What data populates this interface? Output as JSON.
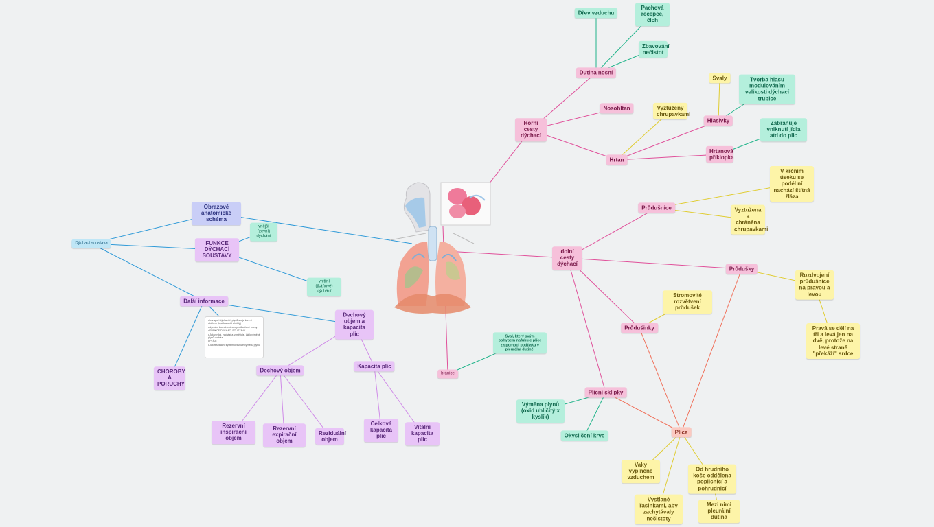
{
  "colors": {
    "background": "#eff1f2",
    "pink": "#f6c0da",
    "mint": "#b4efdc",
    "yellow": "#fdf4a8",
    "lavender": "#e8c4f7",
    "salmon": "#fbc9c1",
    "blue": "#c9cef7",
    "sky": "#bfe6f6"
  },
  "image": {
    "icon": "respiratory-system-illustration"
  },
  "nodes": {
    "horni": "Horní cesty dýchací",
    "dutina": "Dutina nosní",
    "drev": "Dřev vzduchu",
    "pachova": "Pachová recepce, čich",
    "zbavovani": "Zbavování nečistot",
    "nosohltan": "Nosohltan",
    "hrtan": "Hrtan",
    "vyztuzeny": "Vyztužený chrupavkami",
    "hlasivky": "Hlasivky",
    "svaly": "Svaly",
    "tvorba": "Tvorba hlasu modulováním velikosti dýchací trubice",
    "priklopka": "Hrtanová příklopka",
    "zabranuje": "Zabraňuje vniknutí jídla atd do plic",
    "dolni": "dolní cesty dýchací",
    "prudusnice": "Průdušnice",
    "vkrcnim": "V krčním úseku se podél ní nachází štítná žláza",
    "vyztuzena": "Vyztužena a chráněna chrupavkami",
    "prudusky": "Průdušky",
    "rozdvojeni": "Rozdvojení průdušnice na pravou a levou",
    "prava": "Pravá se dělí na tři a levá jen na dvě, protože na levé straně \"překáží\" srdce",
    "stromovite": "Stromovité rozvětvení průdušek",
    "prudusinky": "Průdušinky",
    "sklipky": "Plicní sklípky",
    "vymena": "Výměna plynů (oxid uhličitý x kyslík)",
    "okyslicen": "Okysličení krve",
    "plice": "Plíce",
    "vaky": "Vaky vyplněné vzduchem",
    "odhrud": "Od hrudního koše oddělena poplicnicí a pohrudnicí",
    "vystlane": "Vystlané řasinkami, aby zachytávaly nečistoty",
    "mezi": "Mezi nimi pleurální dutina",
    "branice": "bránice",
    "sval": "Sval, který svým pohybem nafukuje plíce za pomoci podtlaku v pleurální dutině.",
    "obrazove": "Obrazové anatomické schéma",
    "root": "Dýchací soustava",
    "funkce": "FUNKCE DÝCHACÍ SOUSTAVY",
    "vnejsi": "vnější (zevní) dýchání",
    "vnitrni": "vnitřní (tkáňové) dýchání",
    "dalsi": "Další informace",
    "choroby": "CHOROBY A PORUCHY",
    "dechovy_kap": "Dechový objem a kapacita plic",
    "dechovy": "Dechový objem",
    "kapacita": "Kapacita plic",
    "rezinsp": "Rezervní inspirační objem",
    "rezexp": "Rezervní expirační objem",
    "rezid": "Reziduální objem",
    "celkova": "Celková kapacita plic",
    "vitalni": "Vitální kapacita plic"
  },
  "notes": [
    "• transport dýchacích plynů spoje krevní oběhem (kyslík a oxid uhličitý)",
    "• dýchání koordinováno z prodloužené míchy",
    "• FUNKCE DÝCHACÍ SOUSTAVY",
    "• Jak vzniká, zachází a vyměňuje, jak k výměně plynů dochází",
    "• PLÍCE",
    "• Jak respirační systém ovlivňuje výměnu plynů"
  ]
}
